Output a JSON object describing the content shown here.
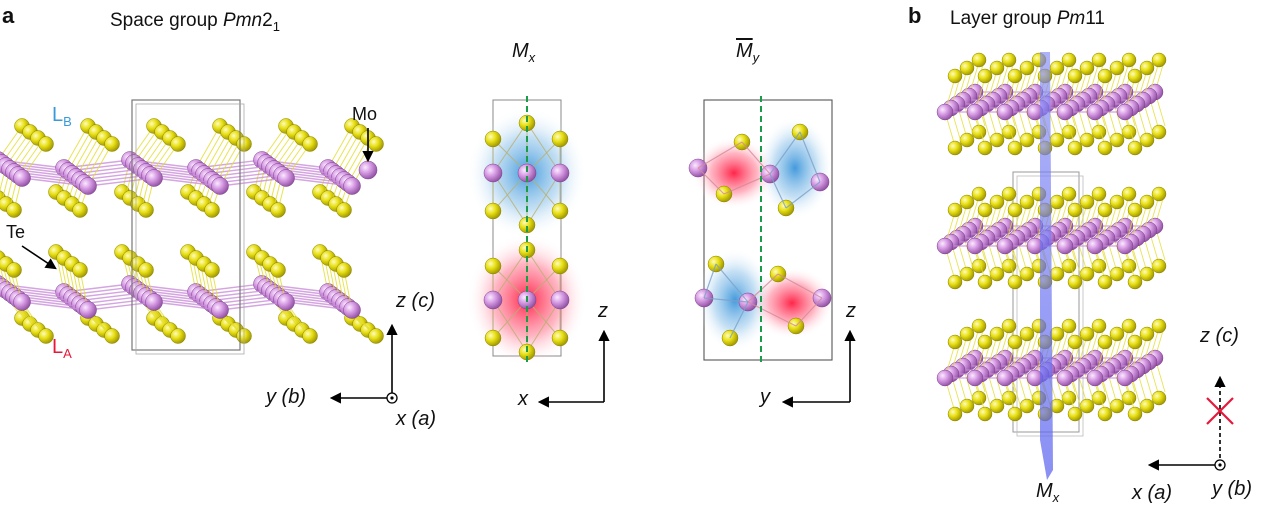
{
  "panel_a": {
    "letter": "a",
    "title_prefix": "Space group ",
    "title_symbol": "Pmn",
    "title_num": "2",
    "title_sub": "1",
    "layer_top": "L",
    "layer_top_sub": "B",
    "layer_bottom": "L",
    "layer_bottom_sub": "A",
    "label_mo": "Mo",
    "label_te": "Te",
    "axis_vertical": "z (c)",
    "axis_horizontal": "y (b)",
    "axis_out": "x (a)",
    "mx_label": "M",
    "mx_sub": "x",
    "my_label": "M",
    "my_sub": "y",
    "mx_axis_vertical": "z",
    "mx_axis_horizontal": "x",
    "my_axis_vertical": "z",
    "my_axis_horizontal": "y"
  },
  "panel_b": {
    "letter": "b",
    "title_prefix": "Layer group ",
    "title_symbol": "Pm",
    "title_num": "11",
    "mirror_label": "M",
    "mirror_sub": "x",
    "axis_vertical": "z (c)",
    "axis_horizontal": "x (a)",
    "axis_out": "y (b)"
  },
  "colors": {
    "mo": "#cf8fdc",
    "te": "#e6e010",
    "layer_b": "#3a9ad9",
    "layer_a": "#e8173a",
    "mirror_plane": "#6f78f0",
    "glide_line": "#1a9c4a",
    "forbidden_mark": "#e8173a"
  }
}
